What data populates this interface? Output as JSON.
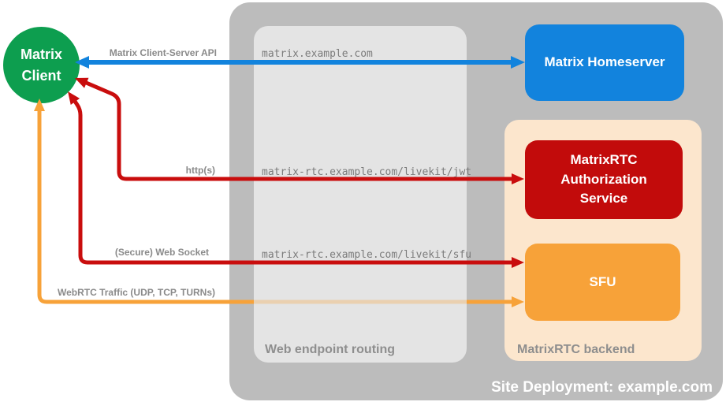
{
  "colors": {
    "canvas_bg": "#ffffff",
    "site_container": "#bcbcbc",
    "routing_box": "#e4e4e4",
    "backend_box": "#fce6cd",
    "client_green": "#0d9e4f",
    "homeserver_blue": "#1283dd",
    "auth_red": "#c20b0b",
    "sfu_orange": "#f7a239",
    "line_blue": "#1283dd",
    "line_red": "#c90d0d",
    "line_orange": "#f7a239",
    "label_gray": "#8a8a8a",
    "mono_gray": "#7b7b7b",
    "container_label_gray": "#8e8e8e",
    "site_label_white": "#ffffff"
  },
  "nodes": {
    "client": {
      "line1": "Matrix",
      "line2": "Client"
    },
    "homeserver": {
      "label": "Matrix Homeserver"
    },
    "auth_service": {
      "label": "MatrixRTC Authorization Service"
    },
    "sfu": {
      "label": "SFU"
    }
  },
  "containers": {
    "routing": {
      "label": "Web endpoint routing"
    },
    "backend": {
      "label": "MatrixRTC backend"
    },
    "site": {
      "label": "Site Deployment: example.com"
    }
  },
  "connections": [
    {
      "name": "client-homeserver",
      "protocol_label": "Matrix Client-Server API",
      "routed_host": "matrix.example.com",
      "style": "double-arrow-blue"
    },
    {
      "name": "client-auth-service",
      "protocol_label": "http(s)",
      "routed_host": "matrix-rtc.example.com/livekit/jwt",
      "style": "double-arrow-red"
    },
    {
      "name": "client-sfu-websocket",
      "protocol_label": "(Secure) Web Socket",
      "routed_host": "matrix-rtc.example.com/livekit/sfu",
      "style": "double-arrow-red"
    },
    {
      "name": "client-sfu-webrtc",
      "protocol_label": "WebRTC Traffic (UDP, TCP, TURNs)",
      "routed_host": "",
      "style": "double-arrow-orange-bypasses-routing"
    }
  ]
}
